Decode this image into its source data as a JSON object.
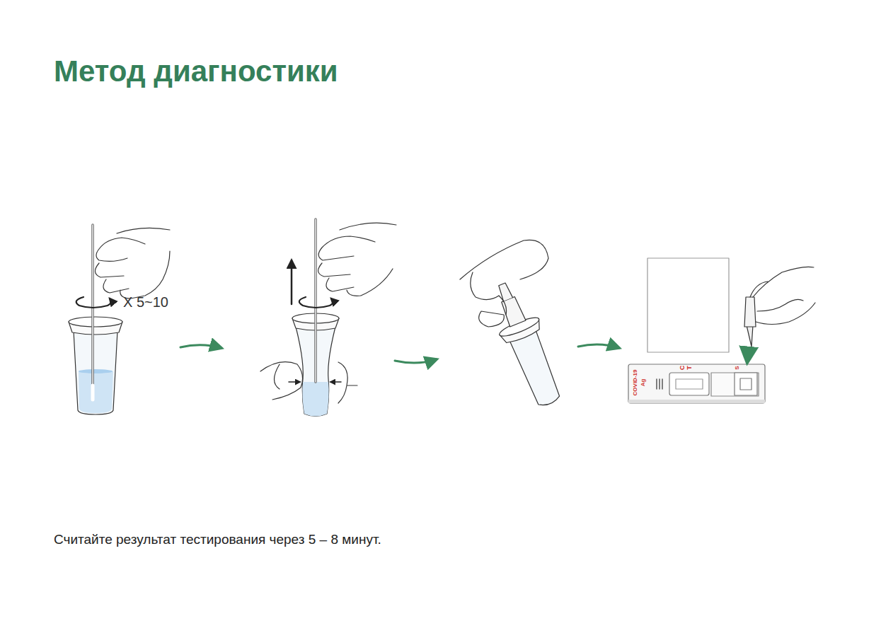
{
  "diagram": {
    "title": "Метод диагностики",
    "caption": "Считайте результат тестирования через 5 – 8 минут.",
    "labels": [
      "X 5~10",
      "COVID-19",
      "Ag",
      "C",
      "T",
      "S"
    ]
  }
}
